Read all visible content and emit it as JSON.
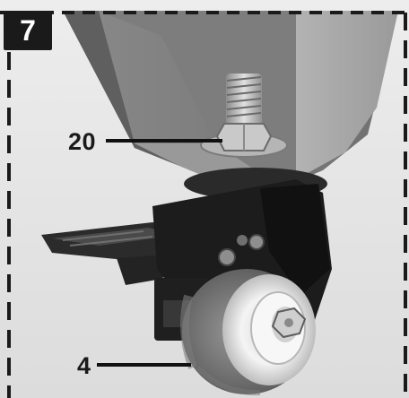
{
  "figure": {
    "step_number": "7",
    "callouts": [
      {
        "label": "20",
        "part": "bolt-and-nut"
      },
      {
        "label": "4",
        "part": "caster-wheel"
      }
    ]
  },
  "colors": {
    "badge_bg": "#1a1a1a",
    "badge_text": "#ffffff",
    "border": "#1a1a1a",
    "bracket": "#8d8d8d",
    "caster_housing": "#1c1c1c"
  }
}
